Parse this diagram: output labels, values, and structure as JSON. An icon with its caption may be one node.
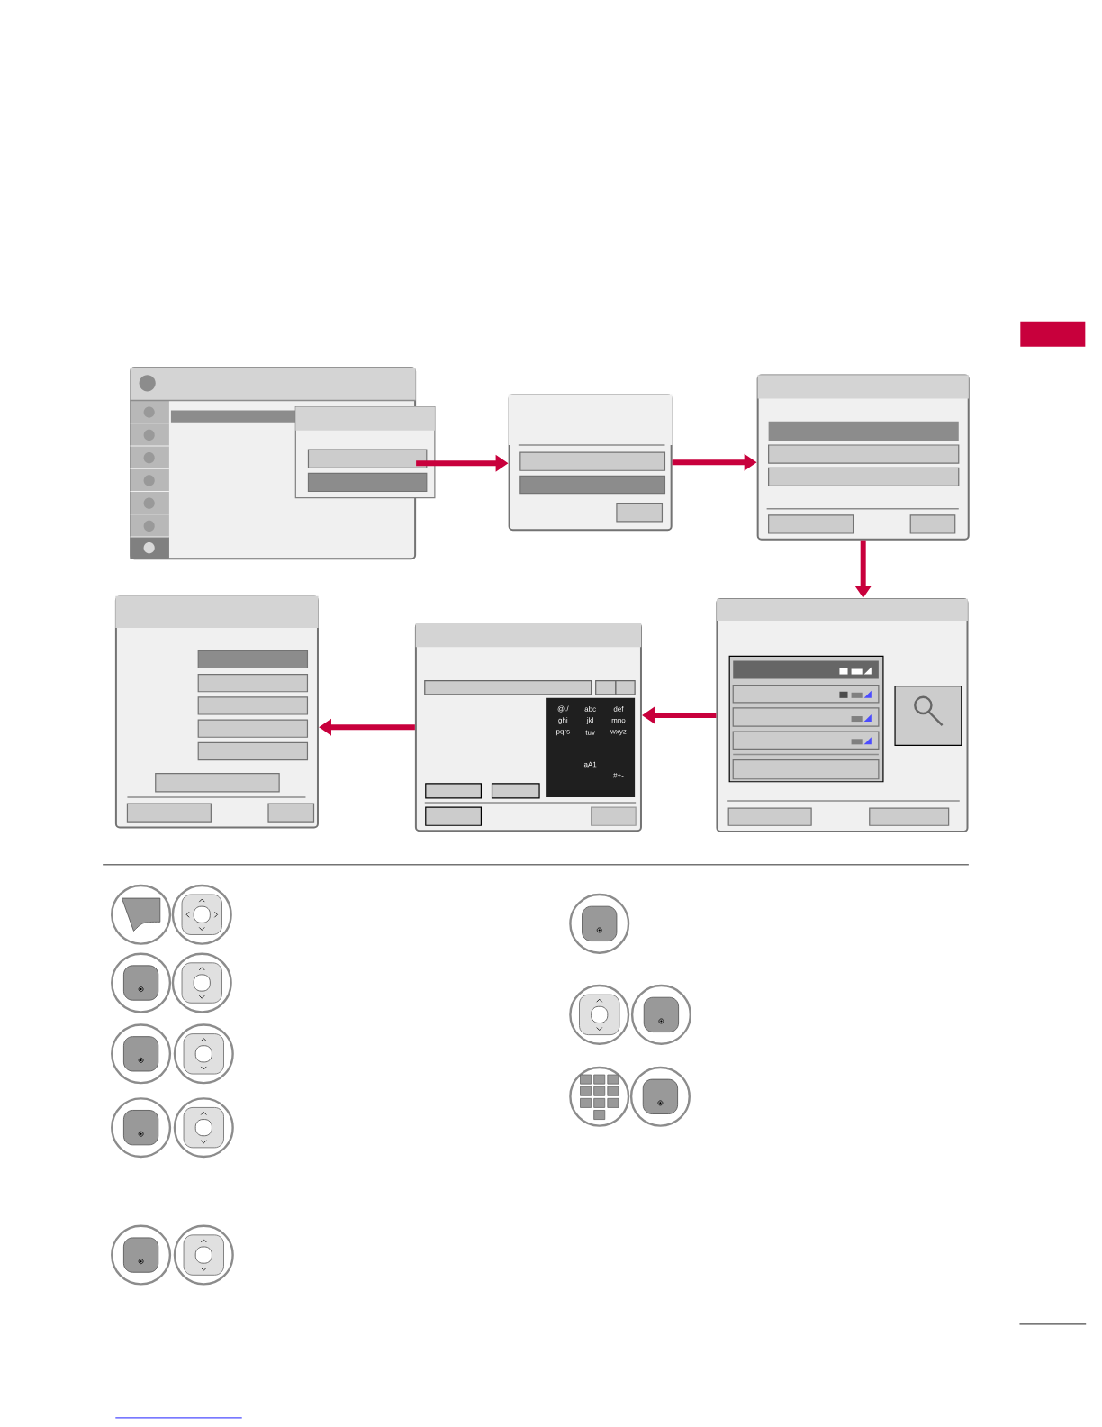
{
  "diagram": {
    "nodes": [
      {
        "text": [],
        "shape": "screen"
      },
      {
        "text": [],
        "shape": "screen"
      },
      {
        "text": [],
        "shape": "screen"
      },
      {
        "text": [],
        "shape": "screen"
      },
      {
        "text": [],
        "shape": "screen"
      },
      {
        "text": [],
        "shape": "screen"
      },
      {
        "text": [],
        "shape": "box"
      }
    ],
    "edges": [
      {
        "from": 0,
        "to": 1,
        "arrow": "to"
      },
      {
        "from": 1,
        "to": 2,
        "arrow": "to"
      },
      {
        "from": 2,
        "to": 5,
        "arrow": "to"
      },
      {
        "from": 5,
        "to": 4,
        "arrow": "to"
      },
      {
        "from": 4,
        "to": 3,
        "arrow": "to"
      }
    ],
    "labels": [
      "@./",
      "abc",
      "def",
      "ghi",
      "jkl",
      "mno",
      "pqrs",
      "tuv",
      "wxyz",
      "aA1",
      "#+-"
    ]
  }
}
